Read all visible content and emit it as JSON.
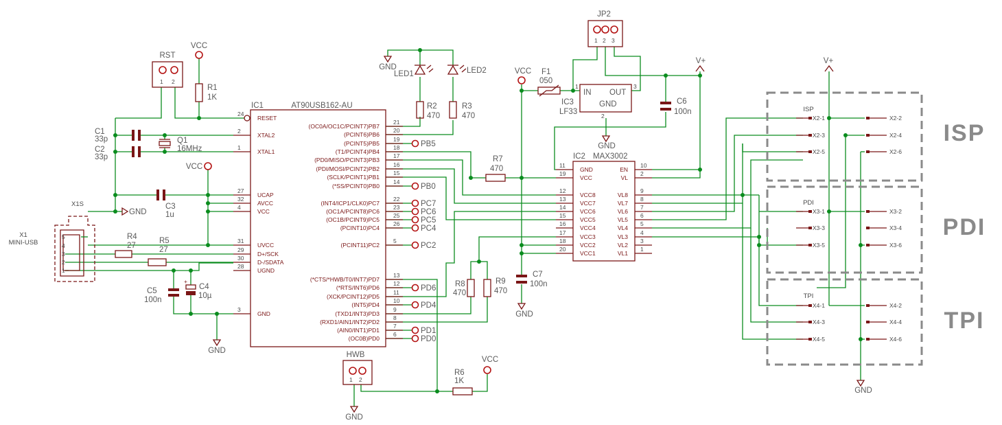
{
  "components": {
    "x1": {
      "name": "X1",
      "value": "MINI-USB",
      "tag": "X1S",
      "pins": [
        "5",
        "4",
        "3",
        "2",
        "1"
      ]
    },
    "rst": {
      "name": "RST",
      "pins": [
        "1",
        "2"
      ]
    },
    "r1": {
      "name": "R1",
      "value": "1K"
    },
    "c1": {
      "name": "C1",
      "value": "33p"
    },
    "c2": {
      "name": "C2",
      "value": "33p"
    },
    "q1": {
      "name": "Q1",
      "value": "16MHz"
    },
    "c3": {
      "name": "C3",
      "value": "1u"
    },
    "r4": {
      "name": "R4",
      "value": "27"
    },
    "r5": {
      "name": "R5",
      "value": "27"
    },
    "c5": {
      "name": "C5",
      "value": "100n"
    },
    "c4": {
      "name": "C4",
      "value": "10µ"
    },
    "ic1": {
      "name": "IC1",
      "value": "AT90USB162-AU",
      "left_pins": [
        {
          "num": "24",
          "name": "RESET"
        },
        {
          "num": "2",
          "name": "XTAL2"
        },
        {
          "num": "1",
          "name": "XTAL1"
        },
        {
          "num": "27",
          "name": "UCAP"
        },
        {
          "num": "32",
          "name": "AVCC"
        },
        {
          "num": "4",
          "name": "VCC"
        },
        {
          "num": "31",
          "name": "UVCC"
        },
        {
          "num": "29",
          "name": "D+/SCK"
        },
        {
          "num": "30",
          "name": "D-/SDATA"
        },
        {
          "num": "28",
          "name": "UGND"
        },
        {
          "num": "3",
          "name": "GND"
        }
      ],
      "right_pins": [
        {
          "num": "21",
          "name": "(OC0A/OC1C/PCINT7)PB7"
        },
        {
          "num": "20",
          "name": "(PCINT6)PB6"
        },
        {
          "num": "19",
          "name": "(PCINT5)PB5"
        },
        {
          "num": "18",
          "name": "(T1/PCINT4)PB4"
        },
        {
          "num": "17",
          "name": "(PD0/MISO/PCINT3)PB3"
        },
        {
          "num": "16",
          "name": "(PDI/MOSI/PCINT2)PB2"
        },
        {
          "num": "15",
          "name": "(SCLK/PCINT1)PB1"
        },
        {
          "num": "14",
          "name": "(*SS/PCINT0)PB0"
        },
        {
          "num": "22",
          "name": "(INT4/ICP1/CLK0)PC7"
        },
        {
          "num": "23",
          "name": "(OC1A/PCINT8)PC6"
        },
        {
          "num": "25",
          "name": "(OC1B/PCINT9)PC5"
        },
        {
          "num": "26",
          "name": "(PCINT10)PC4"
        },
        {
          "num": "5",
          "name": "(PCINT11)PC2"
        },
        {
          "num": "13",
          "name": "(*CTS/*HWB/T0/INT7)PD7"
        },
        {
          "num": "12",
          "name": "(*RTS/INT6)PD6"
        },
        {
          "num": "11",
          "name": "(XCK/PCINT12)PD5"
        },
        {
          "num": "10",
          "name": "(INT5)PD4"
        },
        {
          "num": "9",
          "name": "(TXD1/INT3)PD3"
        },
        {
          "num": "8",
          "name": "(RXD1/AIN1/INT2)PD2"
        },
        {
          "num": "7",
          "name": "(AIN0/INT1)PD1"
        },
        {
          "num": "6",
          "name": "(OC0B)PD0"
        }
      ]
    },
    "led1": {
      "name": "LED1"
    },
    "led2": {
      "name": "LED2"
    },
    "r2": {
      "name": "R2",
      "value": "470"
    },
    "r3": {
      "name": "R3",
      "value": "470"
    },
    "r7": {
      "name": "R7",
      "value": "470"
    },
    "r8": {
      "name": "R8",
      "value": "470"
    },
    "r9": {
      "name": "R9",
      "value": "470"
    },
    "r6": {
      "name": "R6",
      "value": "1K"
    },
    "hwb": {
      "name": "HWB",
      "pins": [
        "1",
        "2"
      ]
    },
    "jp2": {
      "name": "JP2",
      "pins": [
        "1",
        "2",
        "3"
      ]
    },
    "f1": {
      "name": "F1",
      "value": "050"
    },
    "ic3": {
      "name": "IC3",
      "value": "LF33",
      "pin_in": "IN",
      "pin_out": "OUT",
      "pin_gnd": "GND",
      "num_in": "1",
      "num_out": "3",
      "num_gnd": "2"
    },
    "c6": {
      "name": "C6",
      "value": "100n"
    },
    "c7": {
      "name": "C7",
      "value": "100n"
    },
    "ic2": {
      "name": "IC2",
      "value": "MAX3002",
      "left_pins": [
        {
          "num": "11",
          "name": "GND"
        },
        {
          "num": "19",
          "name": "VCC"
        },
        {
          "num": "12",
          "name": "VCC8"
        },
        {
          "num": "13",
          "name": "VCC7"
        },
        {
          "num": "14",
          "name": "VCC6"
        },
        {
          "num": "15",
          "name": "VCC5"
        },
        {
          "num": "16",
          "name": "VCC4"
        },
        {
          "num": "17",
          "name": "VCC3"
        },
        {
          "num": "18",
          "name": "VCC2"
        },
        {
          "num": "20",
          "name": "VCC1"
        }
      ],
      "right_pins": [
        {
          "num": "10",
          "name": "EN"
        },
        {
          "num": "2",
          "name": "VL"
        },
        {
          "num": "9",
          "name": "VL8"
        },
        {
          "num": "8",
          "name": "VL7"
        },
        {
          "num": "7",
          "name": "VL6"
        },
        {
          "num": "6",
          "name": "VL5"
        },
        {
          "num": "5",
          "name": "VL4"
        },
        {
          "num": "4",
          "name": "VL3"
        },
        {
          "num": "3",
          "name": "VL2"
        },
        {
          "num": "1",
          "name": "VL1"
        }
      ]
    }
  },
  "pads": {
    "pb5": "PB5",
    "pb0": "PB0",
    "pc7": "PC7",
    "pc6": "PC6",
    "pc5": "PC5",
    "pc4": "PC4",
    "pc2": "PC2",
    "pd6": "PD6",
    "pd4": "PD4",
    "pd1": "PD1",
    "pd0": "PD0"
  },
  "supplies": {
    "vcc": "VCC",
    "gnd": "GND",
    "vplus": "V+"
  },
  "headers": {
    "isp": {
      "title": "ISP",
      "left": [
        "X2-1",
        "X2-3",
        "X2-5"
      ],
      "right": [
        "X2-2",
        "X2-4",
        "X2-6"
      ]
    },
    "pdi": {
      "title": "PDI",
      "left": [
        "X3-1",
        "X3-3",
        "X3-5"
      ],
      "right": [
        "X3-2",
        "X3-4",
        "X3-6"
      ]
    },
    "tpi": {
      "title": "TPI",
      "left": [
        "X4-1",
        "X4-3",
        "X4-5"
      ],
      "right": [
        "X4-2",
        "X4-4",
        "X4-6"
      ]
    }
  },
  "section_labels": {
    "isp": "ISP",
    "pdi": "PDI",
    "tpi": "TPI"
  },
  "colors": {
    "wire": "#0a8c1e",
    "body": "#7a1616",
    "text": "#4a4a4a",
    "frame": "#8a8a8a"
  }
}
